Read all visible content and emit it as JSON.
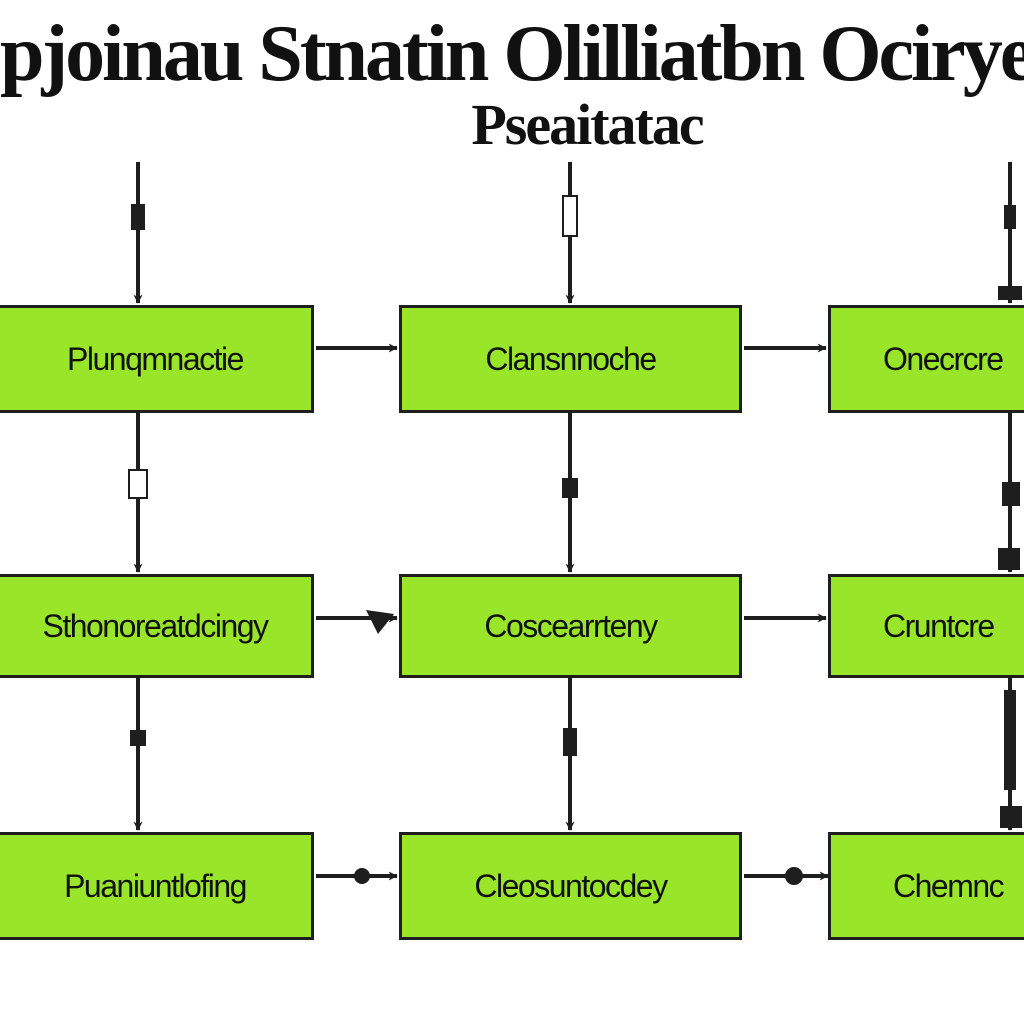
{
  "title": "pjoinau Stnatin Olilliatbn Ocirye",
  "subtitle": "Pseaitatac",
  "colors": {
    "box_fill": "#99e52a",
    "stroke": "#1e1e1e",
    "background": "#ffffff"
  },
  "boxes": [
    [
      "Plunqmnactie",
      "Clansnnoche",
      "Onecrcre"
    ],
    [
      "Sthonoreatdcingy",
      "Coscearrteny",
      "Cruntcre"
    ],
    [
      "Puaniuntlofing",
      "Cleosuntocdey",
      "Chemnc"
    ]
  ]
}
